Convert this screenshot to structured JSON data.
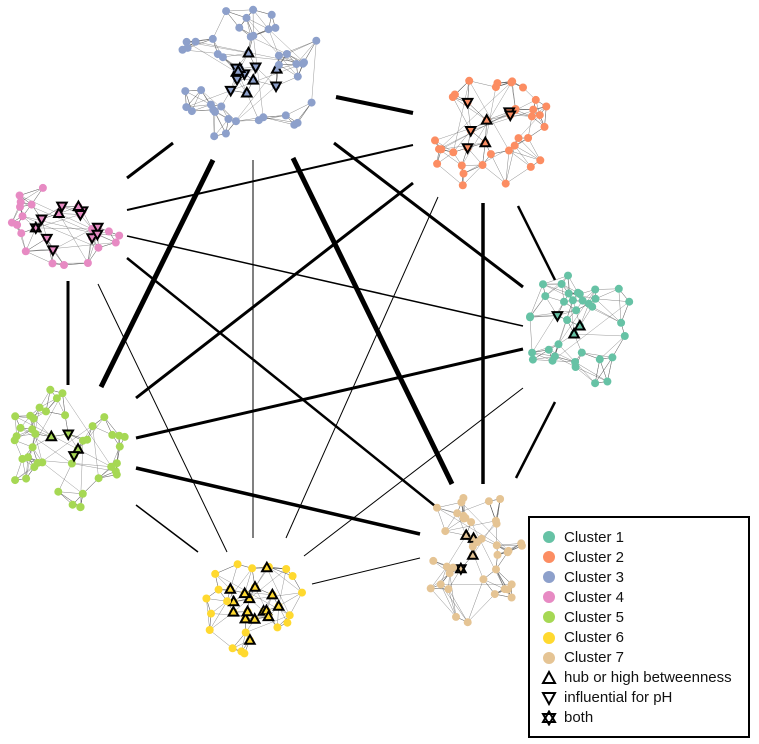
{
  "legend": {
    "clusters": [
      {
        "label": "Cluster 1",
        "color": "#66c2a5"
      },
      {
        "label": "Cluster 2",
        "color": "#fc8d62"
      },
      {
        "label": "Cluster 3",
        "color": "#8da0cb"
      },
      {
        "label": "Cluster 4",
        "color": "#e78ac3"
      },
      {
        "label": "Cluster 5",
        "color": "#a6d854"
      },
      {
        "label": "Cluster 6",
        "color": "#ffd92f"
      },
      {
        "label": "Cluster 7",
        "color": "#e5c494"
      }
    ],
    "markers": [
      {
        "label": "hub or high betweenness",
        "symbol": "triangle-up"
      },
      {
        "label": "influential for pH",
        "symbol": "triangle-down"
      },
      {
        "label": "both",
        "symbol": "star"
      }
    ]
  },
  "network": {
    "node_counts": [
      38,
      40,
      55,
      30,
      45,
      35,
      42
    ],
    "special_nodes": {
      "Cluster 1": {
        "hub": 2,
        "influential": 1,
        "both": 0
      },
      "Cluster 2": {
        "hub": 2,
        "influential": 5,
        "both": 0
      },
      "Cluster 3": {
        "hub": 7,
        "influential": 6,
        "both": 0
      },
      "Cluster 4": {
        "hub": 2,
        "influential": 9,
        "both": 1
      },
      "Cluster 5": {
        "hub": 2,
        "influential": 2,
        "both": 0
      },
      "Cluster 6": {
        "hub": 16,
        "influential": 0,
        "both": 0
      },
      "Cluster 7": {
        "hub": 3,
        "influential": 0,
        "both": 1
      }
    },
    "inter_cluster_edges": [
      {
        "from": "Cluster 2",
        "to": "Cluster 3",
        "weight": 4
      },
      {
        "from": "Cluster 3",
        "to": "Cluster 4",
        "weight": 3
      },
      {
        "from": "Cluster 3",
        "to": "Cluster 5",
        "weight": 5
      },
      {
        "from": "Cluster 3",
        "to": "Cluster 6",
        "weight": 1
      },
      {
        "from": "Cluster 3",
        "to": "Cluster 7",
        "weight": 5
      },
      {
        "from": "Cluster 3",
        "to": "Cluster 1",
        "weight": 3
      },
      {
        "from": "Cluster 2",
        "to": "Cluster 4",
        "weight": 2
      },
      {
        "from": "Cluster 2",
        "to": "Cluster 5",
        "weight": 3
      },
      {
        "from": "Cluster 2",
        "to": "Cluster 1",
        "weight": 2.5
      },
      {
        "from": "Cluster 2",
        "to": "Cluster 7",
        "weight": 3.5
      },
      {
        "from": "Cluster 2",
        "to": "Cluster 6",
        "weight": 1
      },
      {
        "from": "Cluster 4",
        "to": "Cluster 5",
        "weight": 3
      },
      {
        "from": "Cluster 4",
        "to": "Cluster 1",
        "weight": 1.5
      },
      {
        "from": "Cluster 4",
        "to": "Cluster 7",
        "weight": 2.5
      },
      {
        "from": "Cluster 4",
        "to": "Cluster 6",
        "weight": 1
      },
      {
        "from": "Cluster 5",
        "to": "Cluster 1",
        "weight": 3
      },
      {
        "from": "Cluster 5",
        "to": "Cluster 7",
        "weight": 3.5
      },
      {
        "from": "Cluster 5",
        "to": "Cluster 6",
        "weight": 1.5
      },
      {
        "from": "Cluster 1",
        "to": "Cluster 7",
        "weight": 2.5
      },
      {
        "from": "Cluster 1",
        "to": "Cluster 6",
        "weight": 1
      },
      {
        "from": "Cluster 6",
        "to": "Cluster 7",
        "weight": 1
      }
    ]
  }
}
